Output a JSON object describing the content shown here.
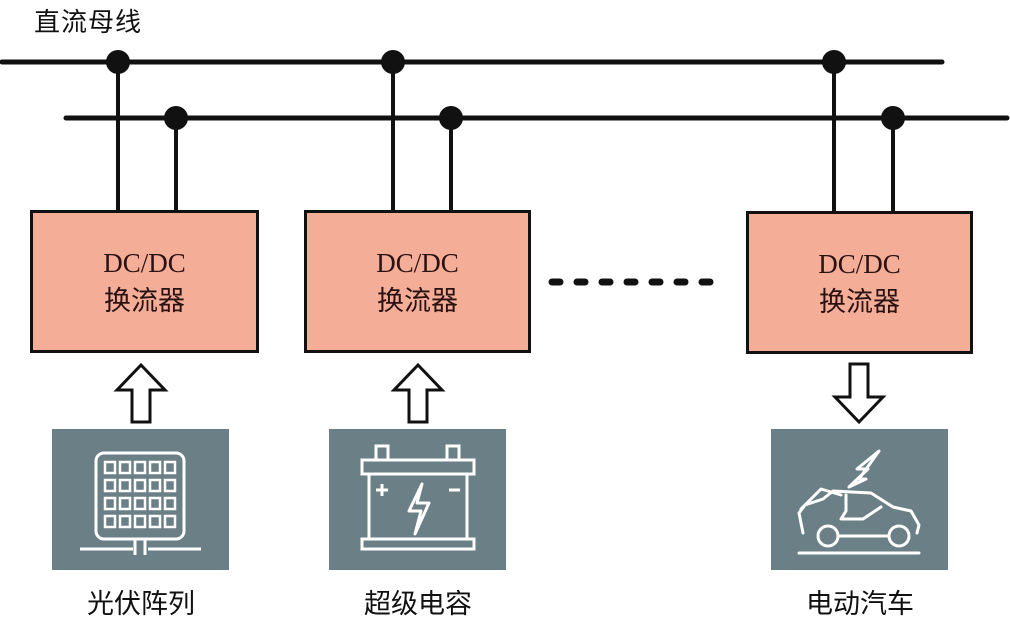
{
  "title": "直流母线",
  "converters": [
    {
      "line1": "DC/DC",
      "line2": "换流器"
    },
    {
      "line1": "DC/DC",
      "line2": "换流器"
    },
    {
      "line1": "DC/DC",
      "line2": "换流器"
    }
  ],
  "devices": [
    {
      "label": "光伏阵列",
      "icon": "solar-panel-icon",
      "flow": "up"
    },
    {
      "label": "超级电容",
      "icon": "battery-icon",
      "flow": "up"
    },
    {
      "label": "电动汽车",
      "icon": "electric-car-icon",
      "flow": "down"
    }
  ],
  "ellipsis": "······",
  "colors": {
    "converter_fill": "#f4ad97",
    "tile_fill": "#6b7f86",
    "line": "#111111"
  }
}
